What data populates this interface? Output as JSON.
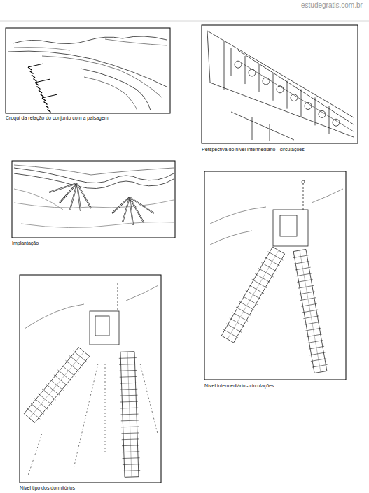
{
  "diagram": {
    "labels": [
      "estudegratis.com.br",
      "Croqui da relação do conjunto com a paisagem",
      "Perspectiva do nível intermediário - circulações",
      "Implantação",
      "Nível intermediário - circulações",
      "Nível tipo dos dormitórios"
    ]
  }
}
